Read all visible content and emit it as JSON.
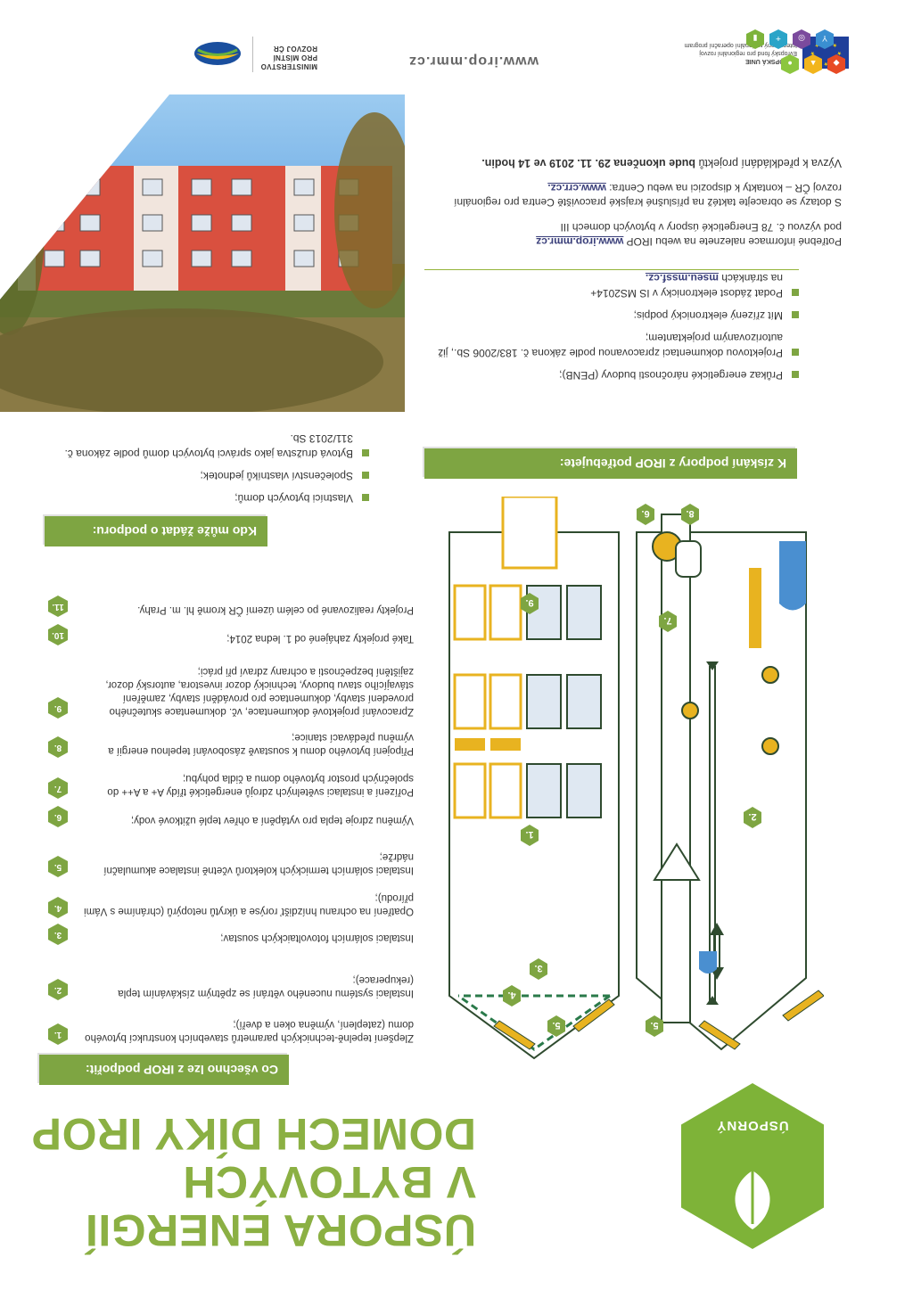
{
  "header": {
    "eu_lines": [
      "EVROPSKÁ UNIE",
      "Evropský fond pro regionální rozvoj",
      "Integrovaný regionální operační program"
    ],
    "mmr_lines": [
      "MINISTERSTVO",
      "PRO MÍSTNÍ",
      "ROZVOJ ČR"
    ],
    "website": "www.irop.mmr.cz"
  },
  "info": {
    "p1_prefix": "Potřebné informace naleznete na webu IROP",
    "p1_link": "www.irop.mmr.cz",
    "p1_suffix": "pod výzvou č. 78 Energetické úspory v bytových domech III",
    "p2_text": "S dotazy se obracejte taktéž na příslušné krajské pracoviště Centra pro regionální rozvoj ČR – kontakty k dispozici na webu Centra:",
    "p2_link": "www.crr.cz.",
    "p3_prefix": "Výzva k předkládání projektů",
    "p3_bold": "bude ukončena 29. 11. 2019 ve 14 hodin."
  },
  "needs": {
    "heading": "K získání podpory z IROP potřebujete:",
    "items": [
      "Průkaz energetické náročnosti budovy (PENB);",
      "Projektovou dokumentaci zpracovanou podle zákona č. 183/2006 Sb., již autorizovaným projektantem;",
      "Mít zřízený elektronický podpis;",
      "Podat žádost elektronicky v IS MS2014+"
    ],
    "last_suffix": "na stránkách",
    "last_link": "mseu.mssf.cz."
  },
  "who": {
    "heading": "Kdo může žádat o podporu:",
    "items": [
      "Vlastníci bytových domů;",
      "Společenství vlastníků jednotek;",
      "Bytová družstva jako správci bytových domů podle zákona č. 311/2013 Sb."
    ]
  },
  "supports": {
    "heading": "Co všechno lze z IROP podpořit:",
    "items": [
      {
        "num": "1.",
        "text": "Zlepšení tepelně-technických parametrů stavebních konstrukcí bytového domu (zateplení, výměna oken a dveří);"
      },
      {
        "num": "2.",
        "text": "Instalaci systému nuceného větrání se zpětným získáváním tepla (rekuperace);"
      },
      {
        "num": "3.",
        "text": "Instalaci solárních fotovoltaických soustav;"
      },
      {
        "num": "4.",
        "text": "Opatření na ochranu hnízdišť rorýse a úkrytů netopýrů (chráníme s Vámi přírodu);"
      },
      {
        "num": "5.",
        "text": "Instalaci solárních termických kolektorů včetně instalace akumulační nádrže;"
      },
      {
        "num": "6.",
        "text": "Výměnu zdroje tepla pro vytápění a ohřev teplé užitkové vody;"
      },
      {
        "num": "7.",
        "text": "Pořízení a instalaci světelných zdrojů energetické třídy A+ a A++ do společných prostor bytového domu a čidla pohybu;"
      },
      {
        "num": "8.",
        "text": "Připojení bytového domu k soustavě zásobování tepelnou energií a výměnu předávací stanice;"
      },
      {
        "num": "9.",
        "text": "Zpracování projektové dokumentace, vč. dokumentace skutečného provedení stavby, dokumentace pro provádění stavby, zaměření stávajícího stavu budovy, technický dozor investora, autorský dozor, zajištění bezpečnosti a ochrany zdraví při práci;"
      },
      {
        "num": "10.",
        "text": "Také projekty zahájené od 1. ledna 2014;"
      },
      {
        "num": "11.",
        "text": "Projekty realizované po celém území ČR kromě hl. m. Prahy."
      }
    ]
  },
  "title": {
    "line1": "ÚSPORA ENERGIÍ",
    "line2": "V BYTOVÝCH",
    "line3": "DOMECH DÍKY IROP"
  },
  "badge": {
    "label": "ÚSPORNÝ"
  },
  "diagram": {
    "labels": [
      "1.",
      "2.",
      "3.",
      "4.",
      "5.",
      "5.",
      "6.",
      "7.",
      "8.",
      "9."
    ]
  },
  "colors": {
    "green": "#7ea542",
    "title_green": "#8bb043",
    "yellow": "#e8b320",
    "blue": "#4a8fd0",
    "red_facade": "#d9503f"
  }
}
